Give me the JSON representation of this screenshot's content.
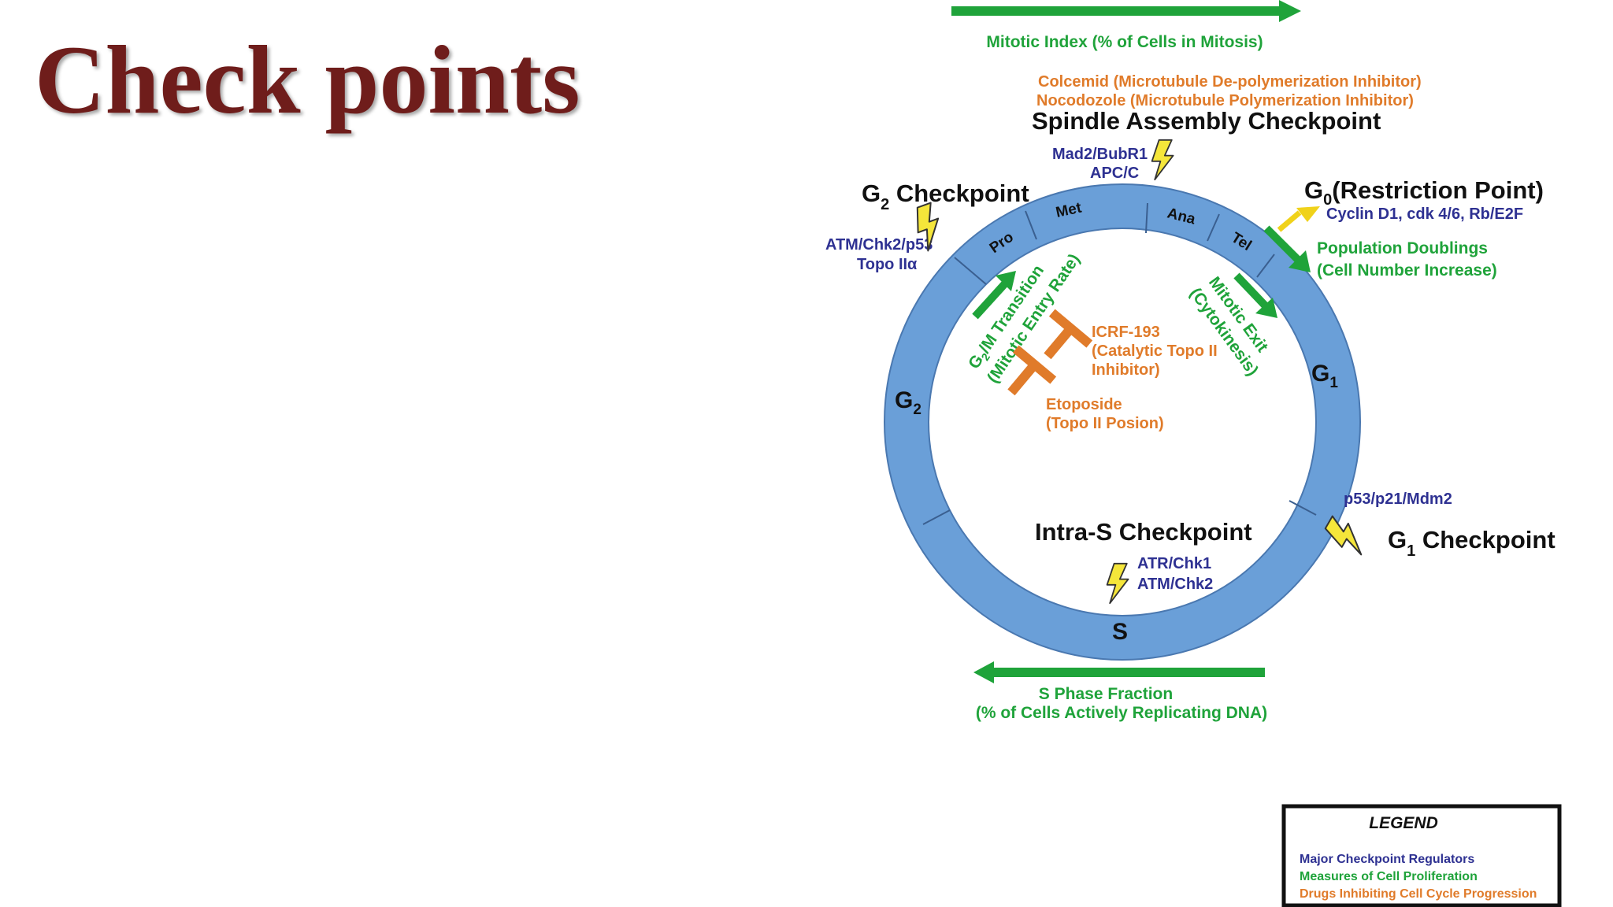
{
  "slide": {
    "title": "Check points"
  },
  "diagram": {
    "mitotic_index": "Mitotic Index (% of Cells in Mitosis)",
    "colcemid": "Colcemid (Microtubule De-polymerization Inhibitor)",
    "nocodazole": "Nocodozole (Microtubule Polymerization Inhibitor)",
    "spindle_checkpoint": "Spindle Assembly Checkpoint",
    "spindle_regulators": [
      "Mad2/BubR1",
      "APC/C"
    ],
    "g2_checkpoint": {
      "main": "G",
      "sub": "2",
      "rest": " Checkpoint"
    },
    "g2_regulators": [
      "ATM/Chk2/p53",
      "Topo IIα"
    ],
    "g0_point": {
      "main": "G",
      "sub": "0",
      "rest": "(Restriction Point)"
    },
    "g0_regulators": "Cyclin D1,  cdk 4/6,  Rb/E2F",
    "population_doublings": [
      "Population Doublings",
      "(Cell Number Increase)"
    ],
    "phases": {
      "pro": "Pro",
      "met": "Met",
      "ana": "Ana",
      "tel": "Tel",
      "s": "S",
      "g1": {
        "main": "G",
        "sub": "1"
      },
      "g2": {
        "main": "G",
        "sub": "2"
      }
    },
    "g2m_transition": {
      "line1": {
        "main": "G",
        "sub": "2",
        "rest": "/M Transition"
      },
      "line2": "(Mitotic Entry Rate)"
    },
    "mitotic_exit": [
      "Mitotic Exit",
      "(Cytokinesis)"
    ],
    "icrf": [
      "ICRF-193",
      "(Catalytic Topo II",
      "Inhibitor)"
    ],
    "etoposide": [
      "Etoposide",
      "(Topo II Posion)"
    ],
    "g1_regulators": "p53/p21/Mdm2",
    "g1_checkpoint": {
      "main": "G",
      "sub": "1",
      "rest": " Checkpoint"
    },
    "intra_s_checkpoint": "Intra-S Checkpoint",
    "intra_s_regulators": [
      "ATR/Chk1",
      "ATM/Chk2"
    ],
    "s_phase_fraction": [
      "S Phase Fraction",
      "(% of Cells Actively Replicating DNA)"
    ]
  },
  "legend": {
    "title": "LEGEND",
    "items": [
      {
        "label": "Major Checkpoint Regulators",
        "color": "#2e3192"
      },
      {
        "label": "Measures of Cell Proliferation",
        "color": "#1fa33a"
      },
      {
        "label": "Drugs Inhibiting Cell Cycle Progression",
        "color": "#e07b2a"
      }
    ]
  },
  "colors": {
    "title": "#6f1d1b",
    "ring": "#6a9fd8",
    "ring_outline": "#4a78b0",
    "regulator": "#2e3192",
    "proliferation": "#1fa33a",
    "drug": "#e07b2a",
    "bolt": "#f5e63a",
    "g0_arrow": "#f0d21a"
  }
}
